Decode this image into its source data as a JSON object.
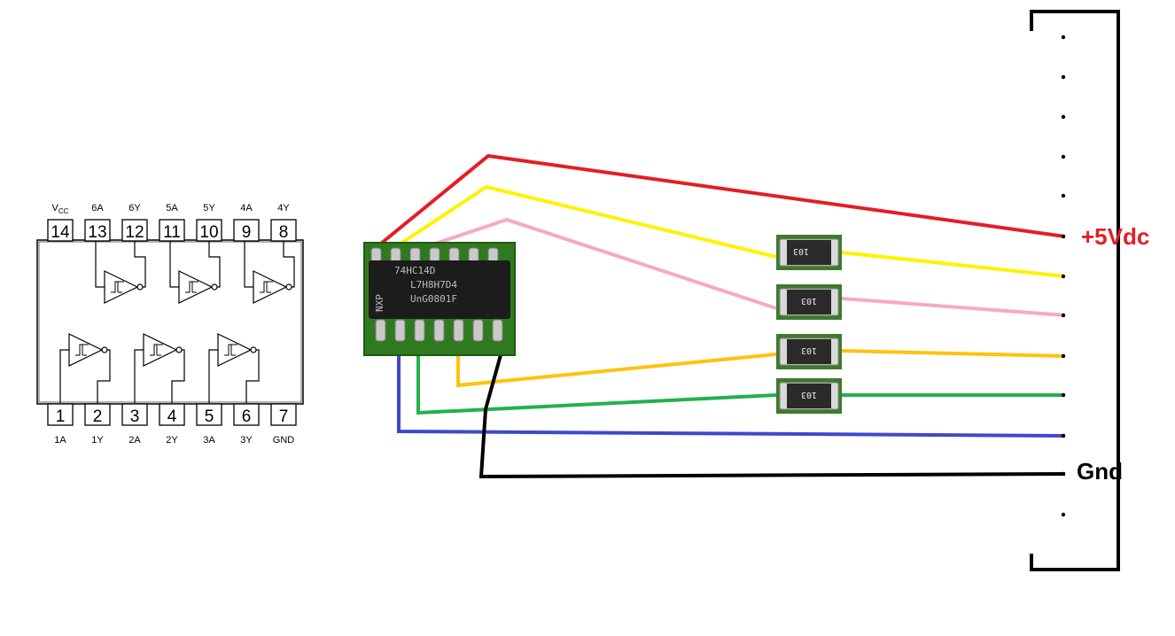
{
  "pinout": {
    "top_pins": [
      {
        "num": "14",
        "label": "V",
        "sub": "CC"
      },
      {
        "num": "13",
        "label": "6A"
      },
      {
        "num": "12",
        "label": "6Y"
      },
      {
        "num": "11",
        "label": "5A"
      },
      {
        "num": "10",
        "label": "5Y"
      },
      {
        "num": "9",
        "label": "4A"
      },
      {
        "num": "8",
        "label": "4Y"
      }
    ],
    "bottom_pins": [
      {
        "num": "1",
        "label": "1A"
      },
      {
        "num": "2",
        "label": "1Y"
      },
      {
        "num": "3",
        "label": "2A"
      },
      {
        "num": "4",
        "label": "2Y"
      },
      {
        "num": "5",
        "label": "3A"
      },
      {
        "num": "6",
        "label": "3Y"
      },
      {
        "num": "7",
        "label": "GND"
      }
    ]
  },
  "chip": {
    "marking_lines": [
      "74HC14D",
      "L7H8H7D4",
      "UnG0801F"
    ],
    "brand": "NXP"
  },
  "resistors": [
    {
      "code": "103"
    },
    {
      "code": "103"
    },
    {
      "code": "103"
    },
    {
      "code": "103"
    }
  ],
  "connector": {
    "vcc_label": "+5Vdc",
    "gnd_label": "Gnd"
  },
  "colors": {
    "vcc_wire": "#e31e24",
    "yellow_wire": "#fff200",
    "pink_wire": "#f7a8c4",
    "orange_wire": "#ffc20e",
    "green_wire": "#22b14c",
    "blue_wire": "#3f48cc",
    "gnd_wire": "#000000",
    "pcb": "#2f7a1f",
    "chip_body": "#1c1c1c",
    "resistor_body": "#2a2a2a"
  }
}
